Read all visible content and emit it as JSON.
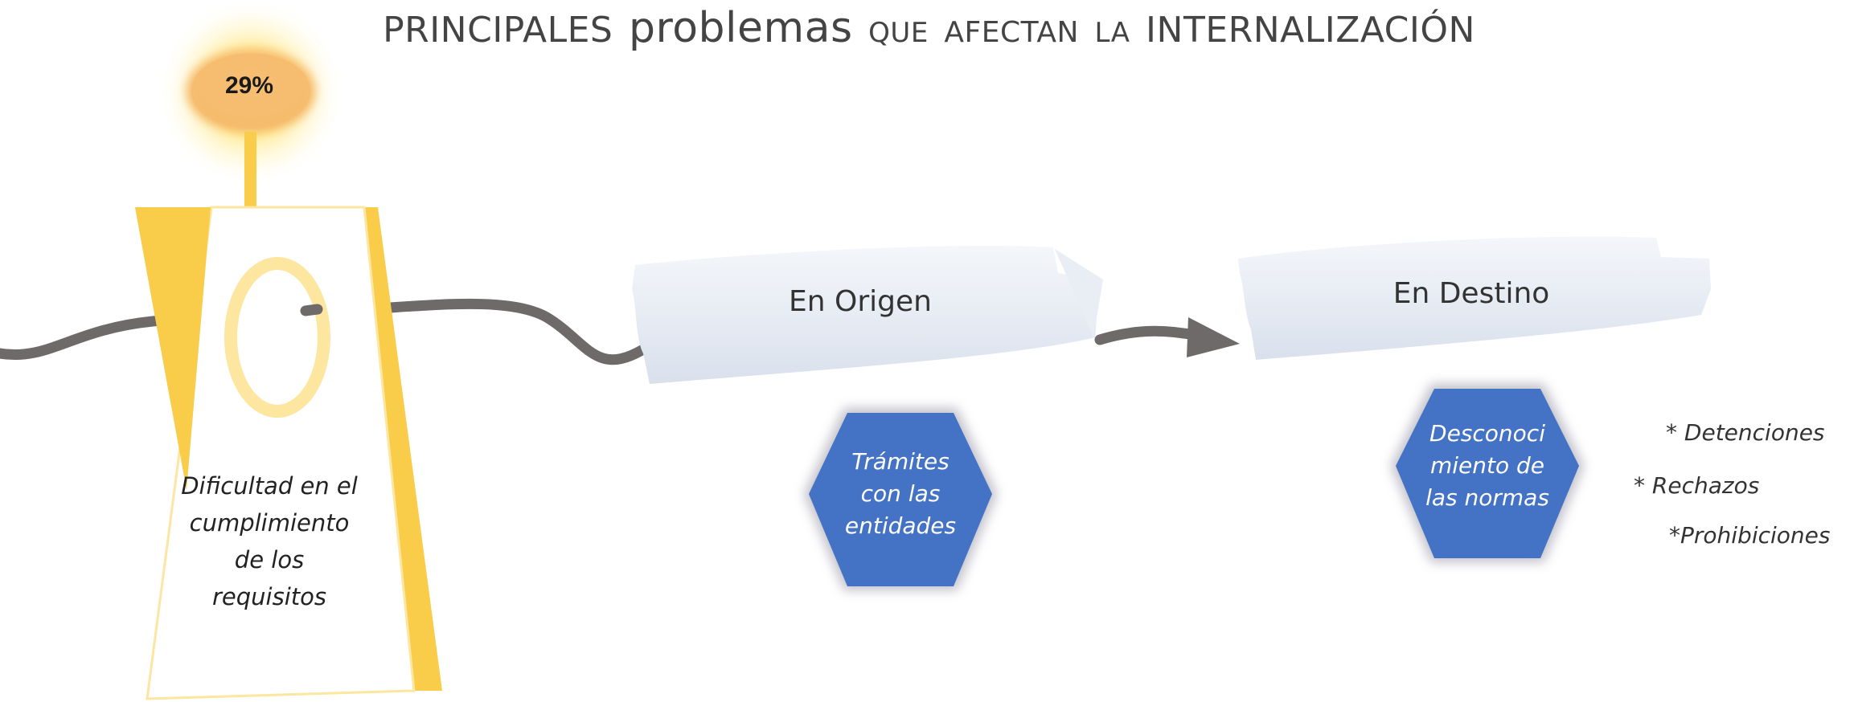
{
  "title": {
    "w1": "PRINCIPALES",
    "w2": "problemas",
    "w3": "QUE",
    "w4": "AFECTAN",
    "w5": "LA",
    "w6": "INTERNALIZACIÓN"
  },
  "lamp": {
    "percent": "29%",
    "lines": [
      "Dificultad en el",
      "cumplimiento",
      "de los",
      "requisitos"
    ]
  },
  "origin": {
    "label": "En Origen",
    "hex_lines": [
      "Trámites",
      "con las",
      "entidades"
    ]
  },
  "destination": {
    "label": "En Destino",
    "hex_lines": [
      "Desconoci",
      "miento de",
      "las normas"
    ],
    "notes": [
      "* Detenciones",
      "* Rechazos",
      "*Prohibiciones"
    ]
  },
  "colors": {
    "lamp_yellow": "#F9CC4A",
    "lamp_light": "#FCE8A0",
    "glow": "#F5C262",
    "hexagon_blue": "#4472C4",
    "wire_gray": "#6E6A6A",
    "banner_blue": "#E2E8F2",
    "title_gray": "#444444"
  },
  "icons": {
    "arrow": "arrow-right-icon",
    "lamp": "lamp-icon"
  }
}
